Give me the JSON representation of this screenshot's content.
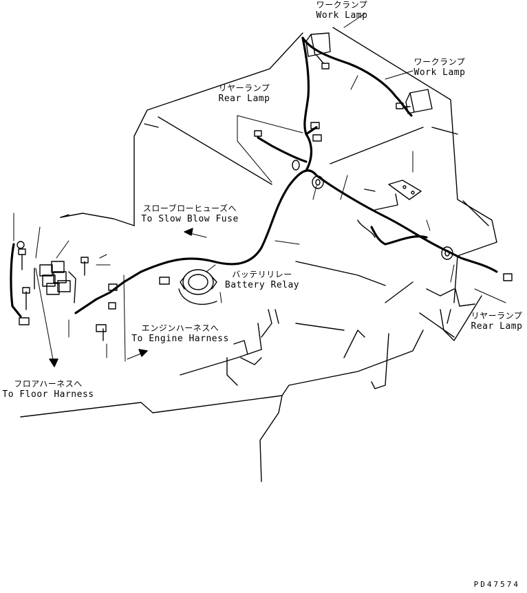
{
  "labels": {
    "work_lamp_top": {
      "jp": "ワークランプ",
      "en": "Work Lamp"
    },
    "work_lamp_right": {
      "jp": "ワークランプ",
      "en": "Work Lamp"
    },
    "rear_lamp_upper": {
      "jp": "リヤーランプ",
      "en": "Rear Lamp"
    },
    "rear_lamp_lower": {
      "jp": "リヤーランプ",
      "en": "Rear Lamp"
    },
    "slow_blow_fuse": {
      "jp": "スローブローヒューズへ",
      "en": "To Slow Blow Fuse"
    },
    "battery_relay": {
      "jp": "バッテリリレー",
      "en": "Battery Relay"
    },
    "engine_harness": {
      "jp": "エンジンハーネスへ",
      "en": "To Engine Harness"
    },
    "floor_harness": {
      "jp": "フロアハーネスへ",
      "en": "To Floor Harness"
    }
  },
  "drawing_number": "PD47574"
}
